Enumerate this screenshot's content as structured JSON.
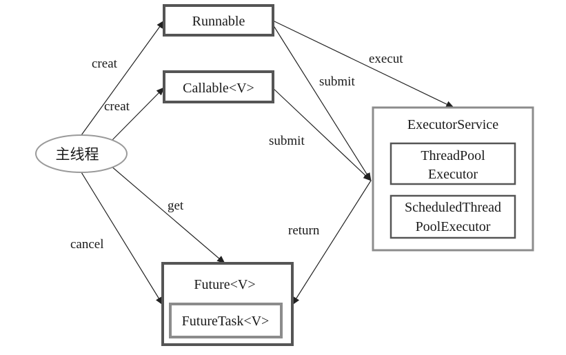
{
  "nodes": {
    "main_thread": "主线程",
    "runnable": "Runnable",
    "callable": "Callable<V>",
    "executor_service": "ExecutorService",
    "thread_pool_executor_line1": "ThreadPool",
    "thread_pool_executor_line2": "Executor",
    "scheduled_executor_line1": "ScheduledThread",
    "scheduled_executor_line2": "PoolExecutor",
    "future": "Future<V>",
    "future_task": "FutureTask<V>"
  },
  "edges": {
    "creat_runnable": "creat",
    "creat_callable": "creat",
    "execut": "execut",
    "submit_runnable": "submit",
    "submit_callable": "submit",
    "get": "get",
    "cancel": "cancel",
    "return": "return"
  },
  "colors": {
    "dark_border": "#555555",
    "light_border": "#8c8c8c",
    "ellipse_border": "#9a9a9a",
    "arrow": "#222222"
  }
}
